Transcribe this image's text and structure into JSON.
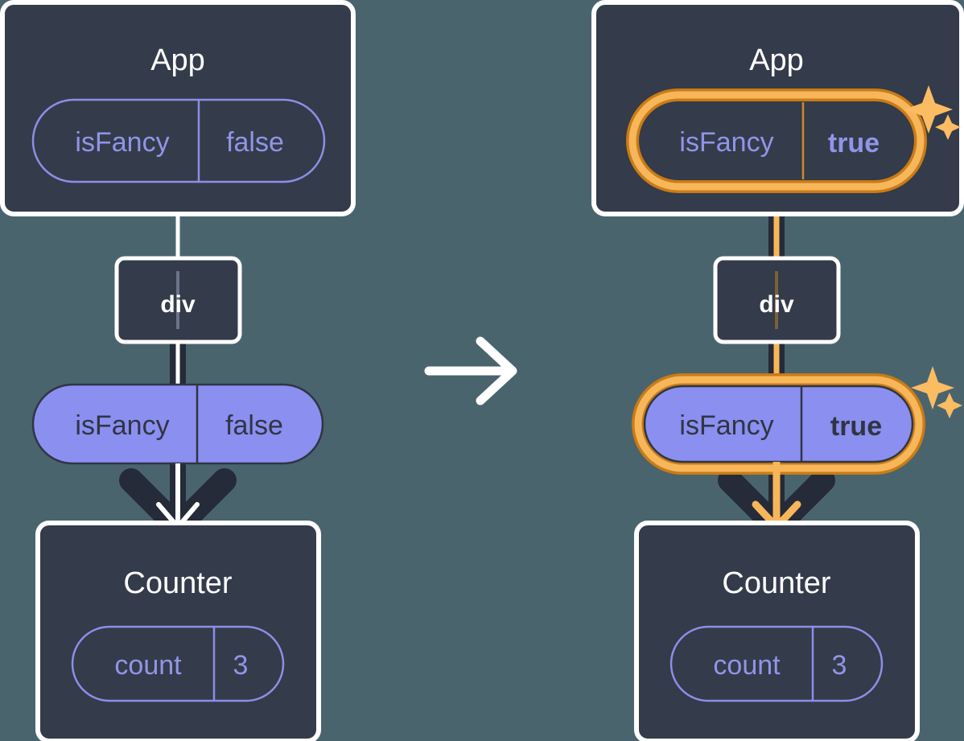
{
  "diagram": {
    "title": "react-state-update-isfancy-propagation",
    "background_color": "#4a646e",
    "panels": [
      {
        "id": "before",
        "root": {
          "label": "App",
          "state_pill": {
            "key": "isFancy",
            "value": "false",
            "style": "outline",
            "highlighted": false
          }
        },
        "middle": {
          "label": "div"
        },
        "prop_pill": {
          "key": "isFancy",
          "value": "false",
          "style": "solid",
          "highlighted": false
        },
        "child": {
          "label": "Counter",
          "state_pill": {
            "key": "count",
            "value": "3",
            "style": "outline",
            "highlighted": false
          }
        },
        "sparkles": false
      },
      {
        "id": "after",
        "root": {
          "label": "App",
          "state_pill": {
            "key": "isFancy",
            "value": "true",
            "style": "outline",
            "highlighted": true
          }
        },
        "middle": {
          "label": "div"
        },
        "prop_pill": {
          "key": "isFancy",
          "value": "true",
          "style": "solid",
          "highlighted": true
        },
        "child": {
          "label": "Counter",
          "state_pill": {
            "key": "count",
            "value": "3",
            "style": "outline",
            "highlighted": false
          }
        },
        "sparkles": true
      }
    ],
    "transition_arrow": {
      "icon": "arrow-right-icon",
      "color": "#ffffff"
    },
    "colors": {
      "panel_fill": "#343b4a",
      "panel_border": "#ffffff",
      "pill_outline_stroke": "#8b8fe8",
      "pill_solid_fill": "#8b8ff0",
      "pill_solid_stroke": "#2f3544",
      "text_purple": "#9095e8",
      "text_dark": "#303543",
      "highlight_outer": "#c97c16",
      "highlight_inner": "#f8b65a",
      "sparkle": "#fbbc62",
      "edge_dark": "#252b38",
      "edge_white": "#ffffff"
    }
  }
}
